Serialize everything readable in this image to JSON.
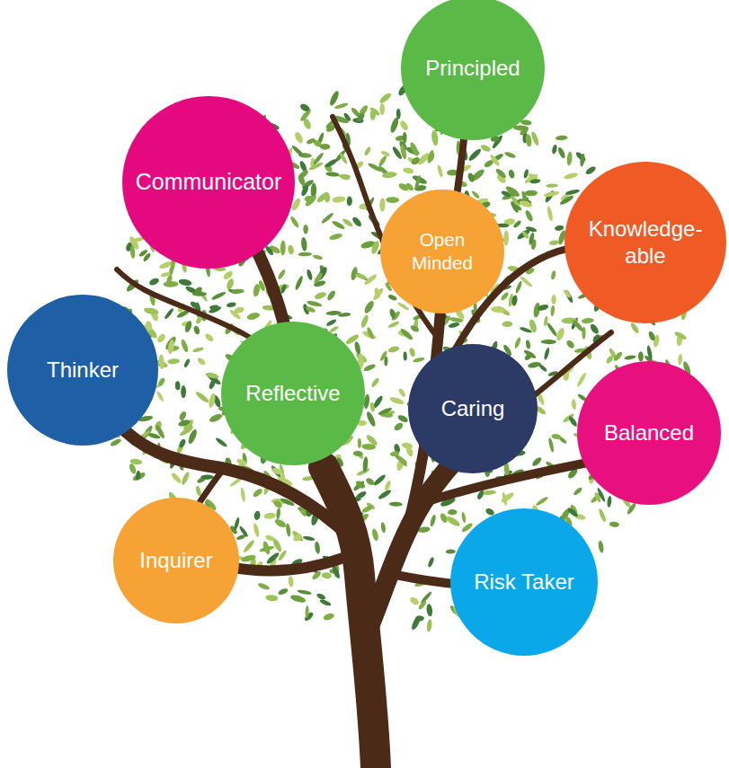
{
  "diagram": {
    "nodes": [
      {
        "text": [
          "Principled"
        ]
      },
      {
        "text": [
          "Communicator"
        ]
      },
      {
        "text": [
          "Open Minded"
        ]
      },
      {
        "text": [
          "Knowledge- able"
        ]
      },
      {
        "text": [
          "Thinker"
        ]
      },
      {
        "text": [
          "Reflective"
        ]
      },
      {
        "text": [
          "Caring"
        ]
      },
      {
        "text": [
          "Balanced"
        ]
      },
      {
        "text": [
          "Inquirer"
        ]
      },
      {
        "text": [
          "Risk Taker"
        ]
      }
    ]
  }
}
